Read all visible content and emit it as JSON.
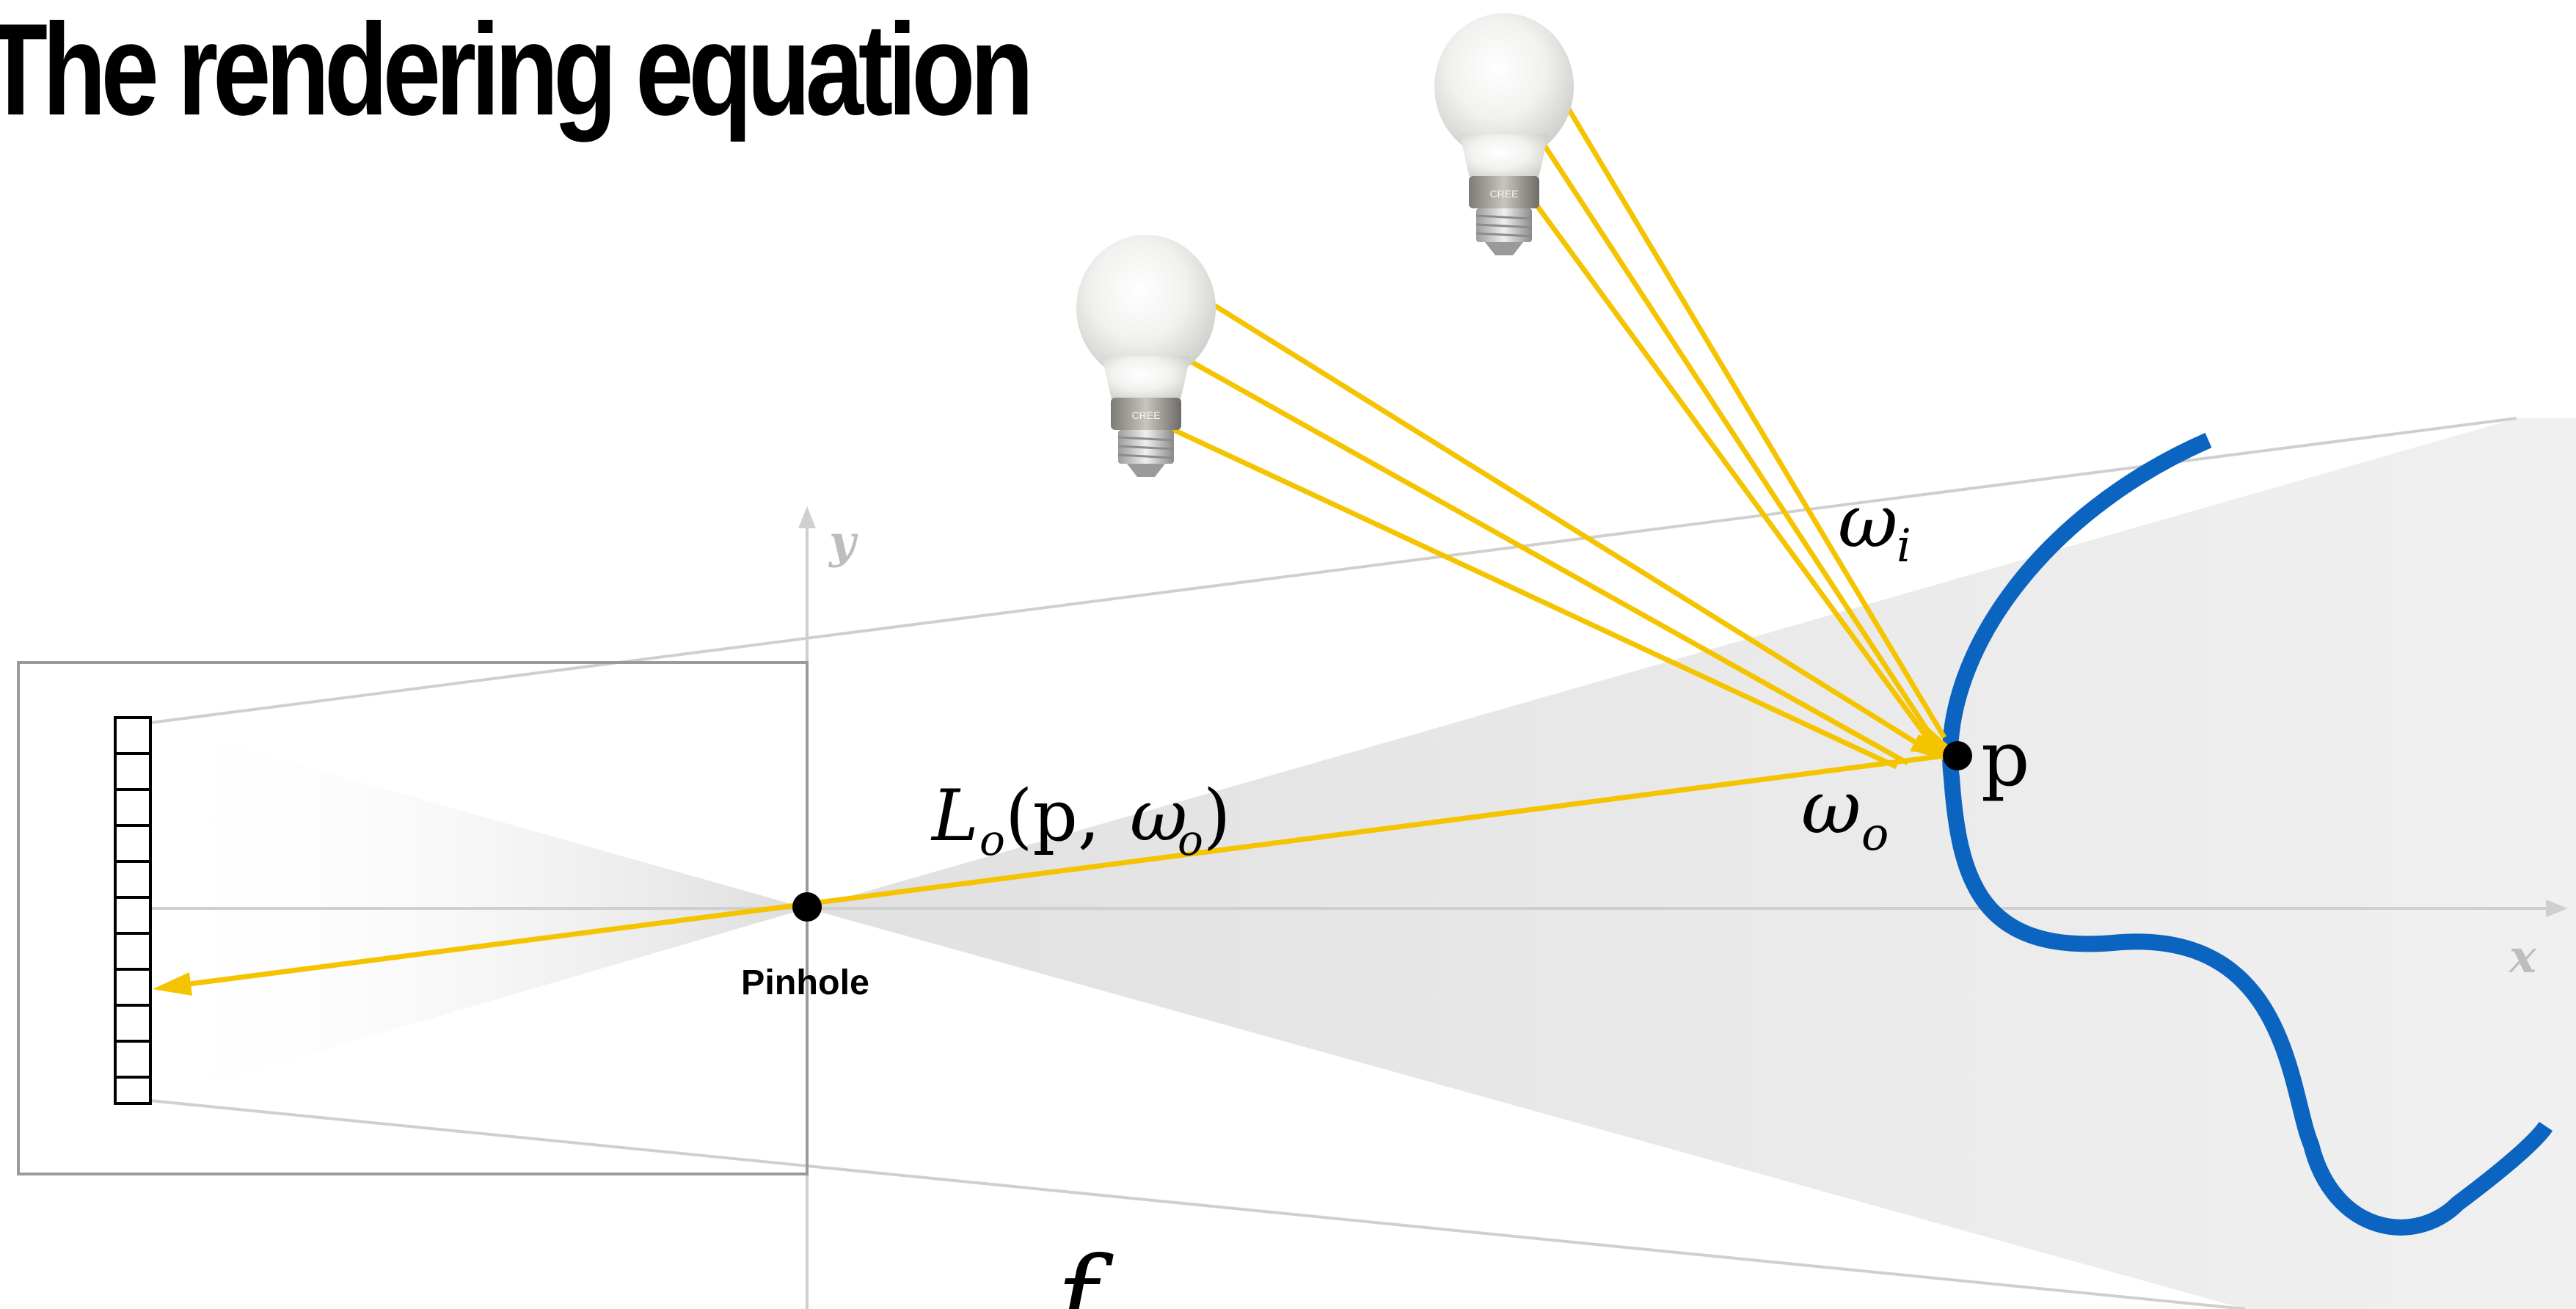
{
  "title": "The rendering equation",
  "labels": {
    "y_axis": "y",
    "x_axis": "x",
    "pinhole": "Pinhole",
    "point": "p",
    "omega_i_base": "ω",
    "omega_i_sub": "i",
    "omega_o_base": "ω",
    "omega_o_sub": "o",
    "radiance_base": "L",
    "radiance_sub": "o",
    "radiance_args_open": "(p, ",
    "radiance_args_omega": "ω",
    "radiance_args_sub": "o",
    "radiance_args_close": ")",
    "focal": "f",
    "bulb_brand": "CREE"
  },
  "colors": {
    "ray": "#f5c400",
    "surface": "#0a64c0",
    "axis": "#c8c8c8",
    "camera_box": "#9a9a9a",
    "frustum": "#d2d2d2",
    "text": "#000000"
  }
}
